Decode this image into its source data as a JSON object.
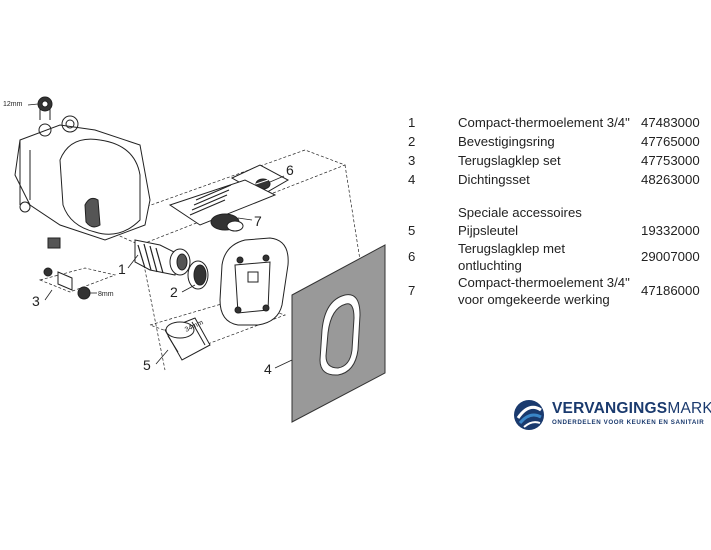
{
  "parts": [
    {
      "number": "1",
      "description": "Compact-thermoelement 3/4\"",
      "code": "47483000"
    },
    {
      "number": "2",
      "description": "Bevestigingsring",
      "code": "47765000"
    },
    {
      "number": "3",
      "description": "Terugslagklep set",
      "code": "47753000"
    },
    {
      "number": "4",
      "description": "Dichtingsset",
      "code": "48263000"
    }
  ],
  "accessories_heading": "Speciale accessoires",
  "accessories": [
    {
      "number": "5",
      "description": "Pijpsleutel",
      "code": "19332000"
    },
    {
      "number": "6",
      "description_line1": "Terugslagklep met",
      "description_line2": "ontluchting",
      "code": "29007000"
    },
    {
      "number": "7",
      "description_line1": "Compact-thermoelement 3/4\"",
      "description_line2": "voor omgekeerde werking",
      "code": "47186000"
    }
  ],
  "diagram": {
    "callouts": [
      "1",
      "2",
      "3",
      "4",
      "5",
      "6",
      "7"
    ],
    "dim_12mm": "12mm",
    "dim_8mm": "8mm",
    "dim_34mm": "34mm"
  },
  "logo": {
    "name_part1": "VERVANGINGS",
    "name_part2": "MARKT",
    "tagline": "ONDERDELEN VOOR KEUKEN EN SANITAIR",
    "color_dark": "#1a3a6e",
    "color_accent": "#3a86c8"
  }
}
